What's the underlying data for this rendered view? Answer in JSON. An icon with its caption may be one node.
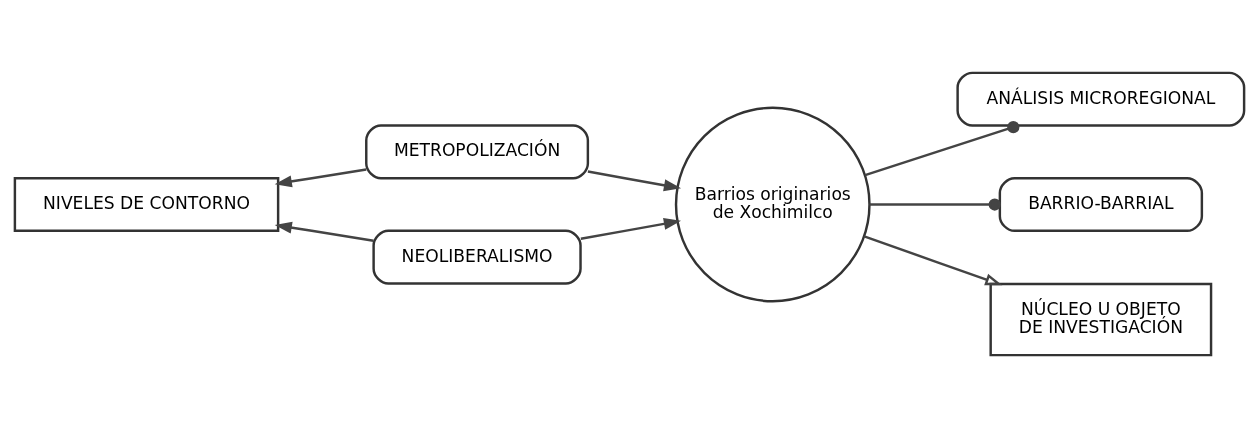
{
  "diagram": {
    "nodes": [
      {
        "text": [
          "NIVELES DE CONTORNO"
        ]
      },
      {
        "text": [
          "METROPOLIZACIÓN"
        ]
      },
      {
        "text": [
          "NEOLIBERALISMO"
        ]
      },
      {
        "text": [
          "Barrios originarios de Xochimilco"
        ]
      },
      {
        "text": [
          "ANÁLISIS MICROREGIONAL"
        ]
      },
      {
        "text": [
          "BARRIO-BARRIAL"
        ]
      },
      {
        "text": [
          "NÚCLEO U OBJETO DE INVESTIGACIÓN"
        ]
      }
    ],
    "edges": [
      {
        "from": 1,
        "to": 0,
        "arrow": "to"
      },
      {
        "from": 2,
        "to": 0,
        "arrow": "to"
      },
      {
        "from": 1,
        "to": 3,
        "arrow": "to"
      },
      {
        "from": 2,
        "to": 3,
        "arrow": "to"
      },
      {
        "from": 3,
        "to": 4,
        "arrow": "other"
      },
      {
        "from": 3,
        "to": 5,
        "arrow": "other"
      },
      {
        "from": 3,
        "to": 6,
        "arrow": "to"
      }
    ]
  }
}
